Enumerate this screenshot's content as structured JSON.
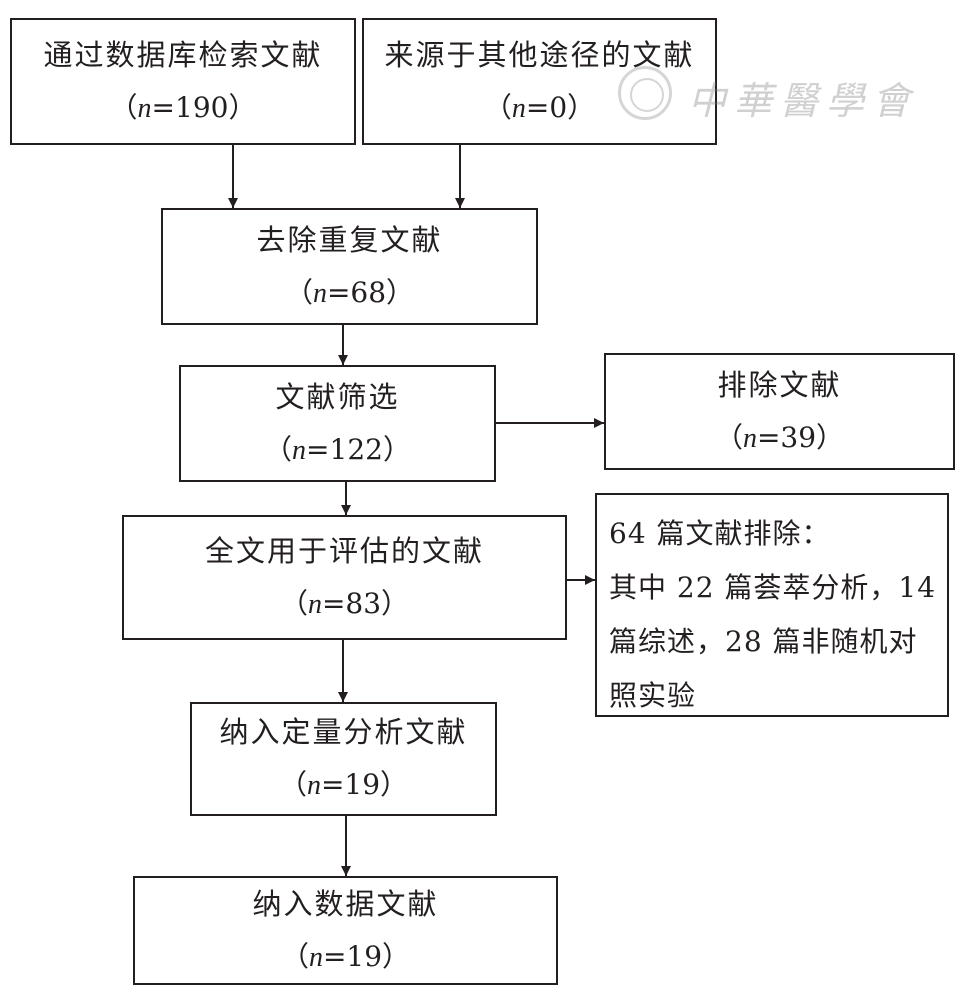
{
  "nodes": {
    "db_search": {
      "title": "通过数据库检索文献",
      "count_prefix": "（",
      "n_symbol": "n",
      "count_value": "=190）"
    },
    "other_source": {
      "title": "来源于其他途径的文献",
      "count_prefix": "（",
      "n_symbol": "n",
      "count_value": "=0）"
    },
    "dedup": {
      "title": "去除重复文献",
      "count_prefix": "（",
      "n_symbol": "n",
      "count_value": "=68）"
    },
    "screening": {
      "title": "文献筛选",
      "count_prefix": "（",
      "n_symbol": "n",
      "count_value": "=122）"
    },
    "excluded": {
      "title": "排除文献",
      "count_prefix": "（",
      "n_symbol": "n",
      "count_value": "=39）"
    },
    "fulltext": {
      "title": "全文用于评估的文献",
      "count_prefix": "（",
      "n_symbol": "n",
      "count_value": "=83）"
    },
    "quantitative": {
      "title": "纳入定量分析文献",
      "count_prefix": "（",
      "n_symbol": "n",
      "count_value": "=19）"
    },
    "included_data": {
      "title": "纳入数据文献",
      "count_prefix": "（",
      "n_symbol": "n",
      "count_value": "=19）"
    }
  },
  "exclusion_note": {
    "lines": [
      "64 篇文献排除：",
      "其中 22 篇荟萃分析，14",
      "篇综述，28 篇非随机对",
      "照实验"
    ]
  },
  "watermark": {
    "text": "中華醫學會"
  },
  "edges": [
    {
      "from": "db_search",
      "to": "dedup"
    },
    {
      "from": "other_source",
      "to": "dedup"
    },
    {
      "from": "dedup",
      "to": "screening"
    },
    {
      "from": "screening",
      "to": "excluded"
    },
    {
      "from": "screening",
      "to": "fulltext"
    },
    {
      "from": "fulltext",
      "to": "exclusion_note"
    },
    {
      "from": "fulltext",
      "to": "quantitative"
    },
    {
      "from": "quantitative",
      "to": "included_data"
    }
  ],
  "colors": {
    "line": "#231f20",
    "background": "#ffffff"
  }
}
